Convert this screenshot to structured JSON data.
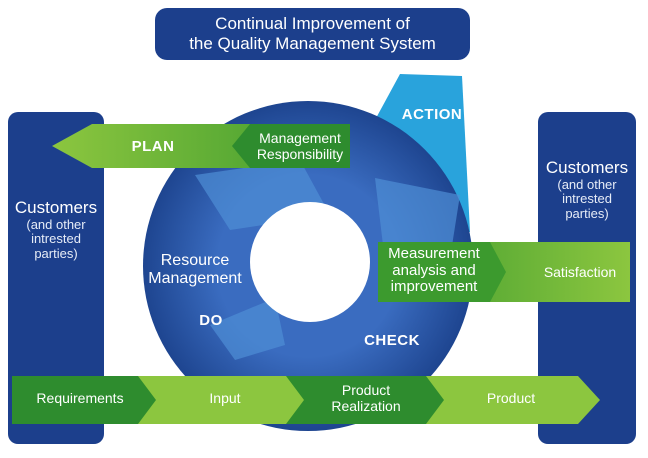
{
  "title": {
    "line1": "Continual Improvement of",
    "line2": "the Quality Management System"
  },
  "left_customers": {
    "title": "Customers",
    "sub": [
      "(and other",
      "intrested",
      "parties)"
    ]
  },
  "right_customers": {
    "title": "Customers",
    "sub": [
      "(and other",
      "intrested",
      "parties)"
    ]
  },
  "cycle": {
    "plan": "PLAN",
    "do": "DO",
    "check": "CHECK",
    "action": "ACTION"
  },
  "boxes": {
    "management_responsibility": [
      "Management",
      "Responsibility"
    ],
    "resource_management": [
      "Resource",
      "Management"
    ],
    "measurement": [
      "Measurement",
      "analysis and",
      "improvement"
    ],
    "satisfaction": "Satisfaction"
  },
  "bottom_flow": {
    "requirements": "Requirements",
    "input": "Input",
    "product_realization": [
      "Product",
      "Realization"
    ],
    "product": "Product"
  },
  "colors": {
    "navy": "#1c3f8c",
    "ring": "#264d9b",
    "green_dark": "#2e8c2e",
    "green_light": "#8cc63f",
    "action_blue": "#29a3dc"
  }
}
